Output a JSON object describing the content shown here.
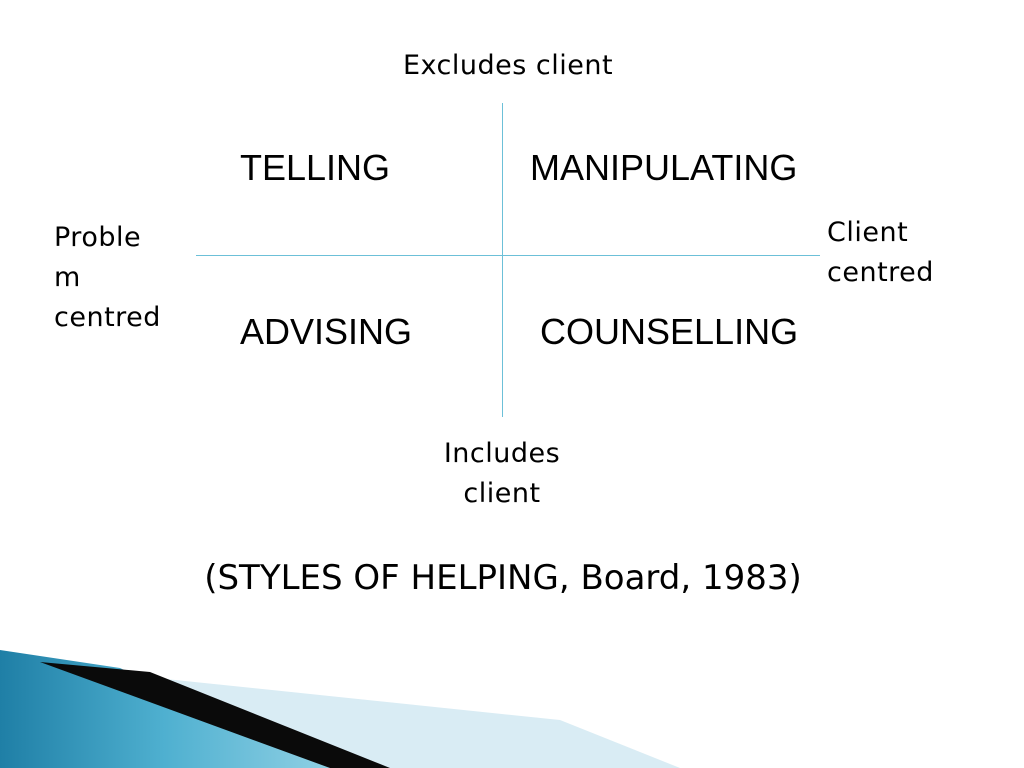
{
  "diagram": {
    "top_label": "Excludes client",
    "bottom_label_line1": "Includes",
    "bottom_label_line2": "client",
    "left_label_line1": "Proble",
    "left_label_line2": "m",
    "left_label_line3": "centred",
    "right_label_line1": "Client",
    "right_label_line2": "centred",
    "quadrants": {
      "top_left": "TELLING",
      "top_right": "MANIPULATING",
      "bottom_left": "ADVISING",
      "bottom_right": "COUNSELLING"
    },
    "caption": "(STYLES OF HELPING, Board, 1983)",
    "axis_color": "#6cc0d8"
  }
}
